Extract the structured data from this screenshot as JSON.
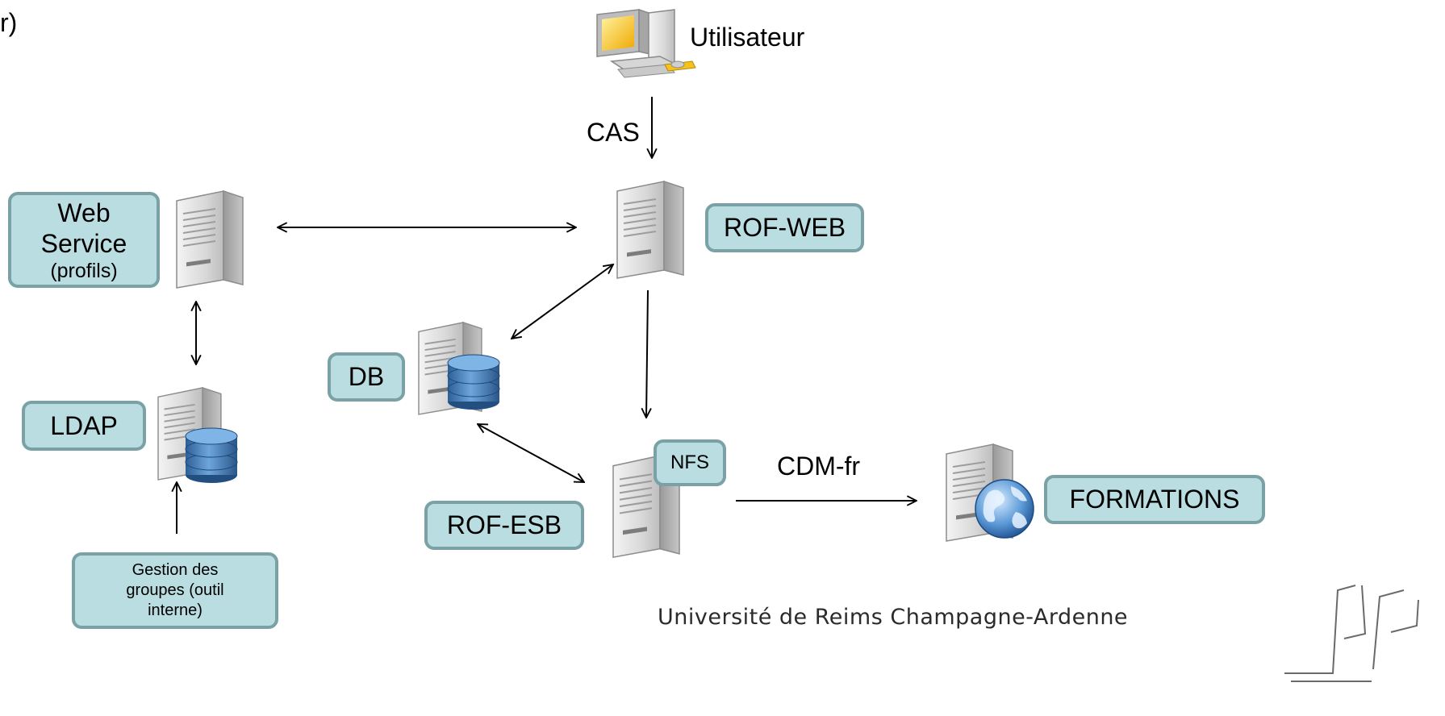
{
  "corner_text": "r) ",
  "nodes": {
    "user": {
      "label": "Utilisateur",
      "icon": "desktop-computer-icon"
    },
    "webservice": {
      "line1": "Web",
      "line2": "Service",
      "line3": "(profils)",
      "icon": "server-icon"
    },
    "rofweb": {
      "label": "ROF-WEB",
      "icon": "server-icon"
    },
    "db": {
      "label": "DB",
      "icon": "database-server-icon"
    },
    "ldap": {
      "label": "LDAP",
      "icon": "database-server-icon"
    },
    "rofesb": {
      "label": "ROF-ESB",
      "icon": "server-icon"
    },
    "nfs": {
      "label": "NFS"
    },
    "formations": {
      "label": "FORMATIONS",
      "icon": "web-server-icon"
    },
    "gestion": {
      "line1": "Gestion des",
      "line2": "groupes (outil",
      "line3": "interne)"
    }
  },
  "edges": {
    "cas": "CAS",
    "cdm": "CDM-fr"
  },
  "footer": {
    "university": "Université de Reims Champagne-Ardenne"
  },
  "colors": {
    "box_fill": "#b9dde1",
    "box_border": "#7aa1a6",
    "db_blue": "#3f77b3"
  }
}
